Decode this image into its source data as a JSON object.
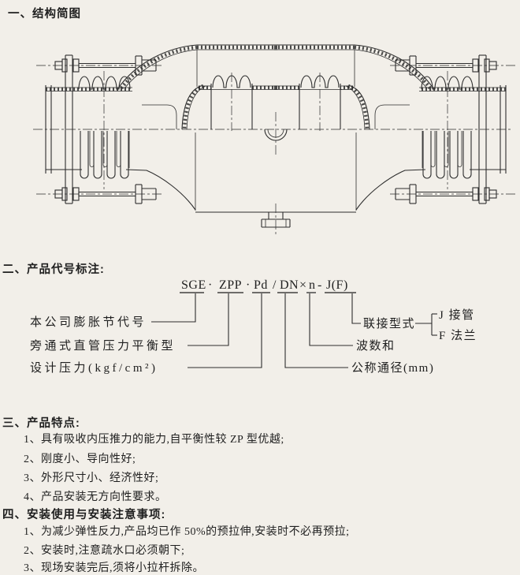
{
  "page": {
    "background": "#f2efe9",
    "ink": "#1f1f1f"
  },
  "headings": {
    "s1": "一、结构简图",
    "s2": "二、产品代号标注:",
    "s3": "三、产品特点:",
    "s4": "四、安装使用与安装注意事项:"
  },
  "code": {
    "parts": {
      "p0": "SGE",
      "d1": "·",
      "p1": "ZPP",
      "d2": "·",
      "p2": "Pd",
      "sl": "/",
      "p3": "DN",
      "x": "×",
      "p4": "n",
      "hy": "-",
      "p5": "J(F)"
    },
    "left_labels": [
      "本公司膨胀节代号",
      "旁通式直管压力平衡型",
      "设计压力(kgf/cm²)"
    ],
    "right_labels": [
      "联接型式",
      "波数和",
      "公称通径(mm)"
    ],
    "branches": [
      "J 接管",
      "F 法兰"
    ]
  },
  "features": {
    "items": [
      "1、具有吸收内压推力的能力,自平衡性较 ZP 型优越;",
      "2、刚度小、导向性好;",
      "3、外形尺寸小、经济性好;",
      "4、产品安装无方向性要求。"
    ]
  },
  "notes": {
    "items": [
      "1、为减少弹性反力,产品均已作 50%的预拉伸,安装时不必再预拉;",
      "2、安装时,注意疏水口必须朝下;",
      "3、现场安装完后,须将小拉杆拆除。"
    ]
  }
}
